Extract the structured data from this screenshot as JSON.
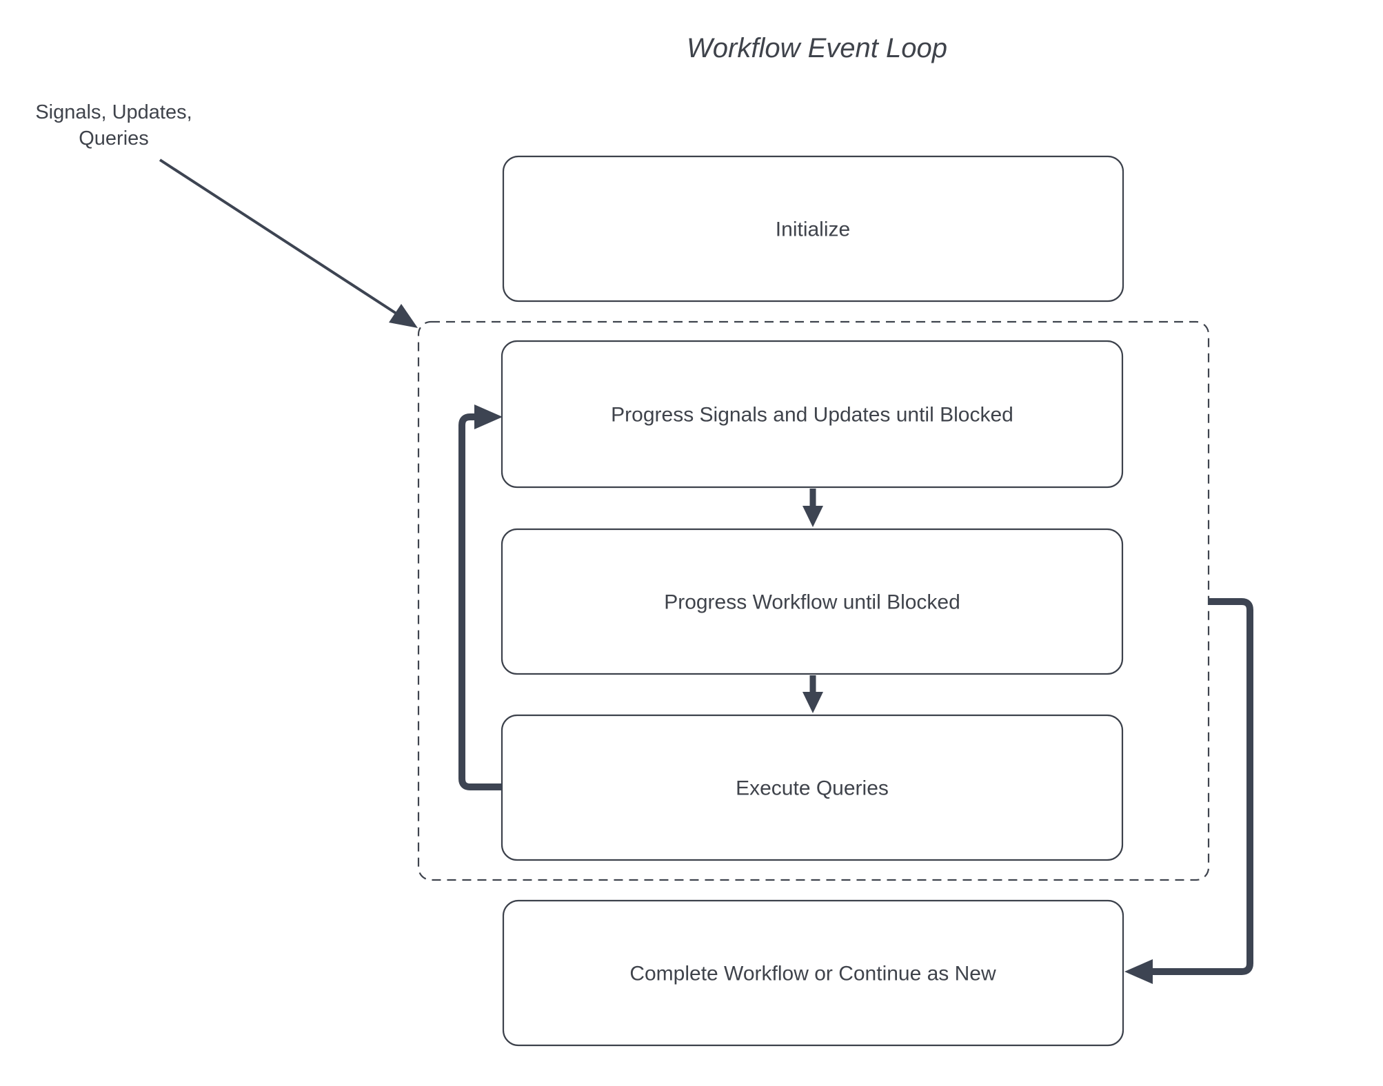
{
  "title": "Workflow Event Loop",
  "annotation": {
    "lines": [
      "Signals, Updates,",
      "Queries"
    ]
  },
  "nodes": [
    {
      "id": "initialize",
      "label": "Initialize"
    },
    {
      "id": "progress-signals",
      "label": "Progress Signals and Updates until Blocked"
    },
    {
      "id": "progress-workflow",
      "label": "Progress Workflow until Blocked"
    },
    {
      "id": "execute-queries",
      "label": "Execute Queries"
    },
    {
      "id": "complete-workflow",
      "label": "Complete Workflow or Continue as New"
    }
  ],
  "container": {
    "id": "event-loop",
    "style": "dashed",
    "members": [
      "progress-signals",
      "progress-workflow",
      "execute-queries"
    ]
  },
  "edges": [
    {
      "from": "signals-updates-queries-annotation",
      "to": "event-loop",
      "style": "thin-diagonal-arrow"
    },
    {
      "from": "progress-signals",
      "to": "progress-workflow",
      "style": "down-arrow"
    },
    {
      "from": "progress-workflow",
      "to": "execute-queries",
      "style": "down-arrow"
    },
    {
      "from": "execute-queries",
      "to": "progress-signals",
      "style": "thick-loop-back-arrow"
    },
    {
      "from": "event-loop",
      "to": "complete-workflow",
      "style": "thick-exit-arrow"
    }
  ],
  "colors": {
    "background": "#ffffff",
    "node_fill": "#ffffff",
    "node_border": "#3c414b",
    "dashed_border": "#3e434d",
    "arrow": "#3d4452",
    "text": "#3f434b"
  }
}
